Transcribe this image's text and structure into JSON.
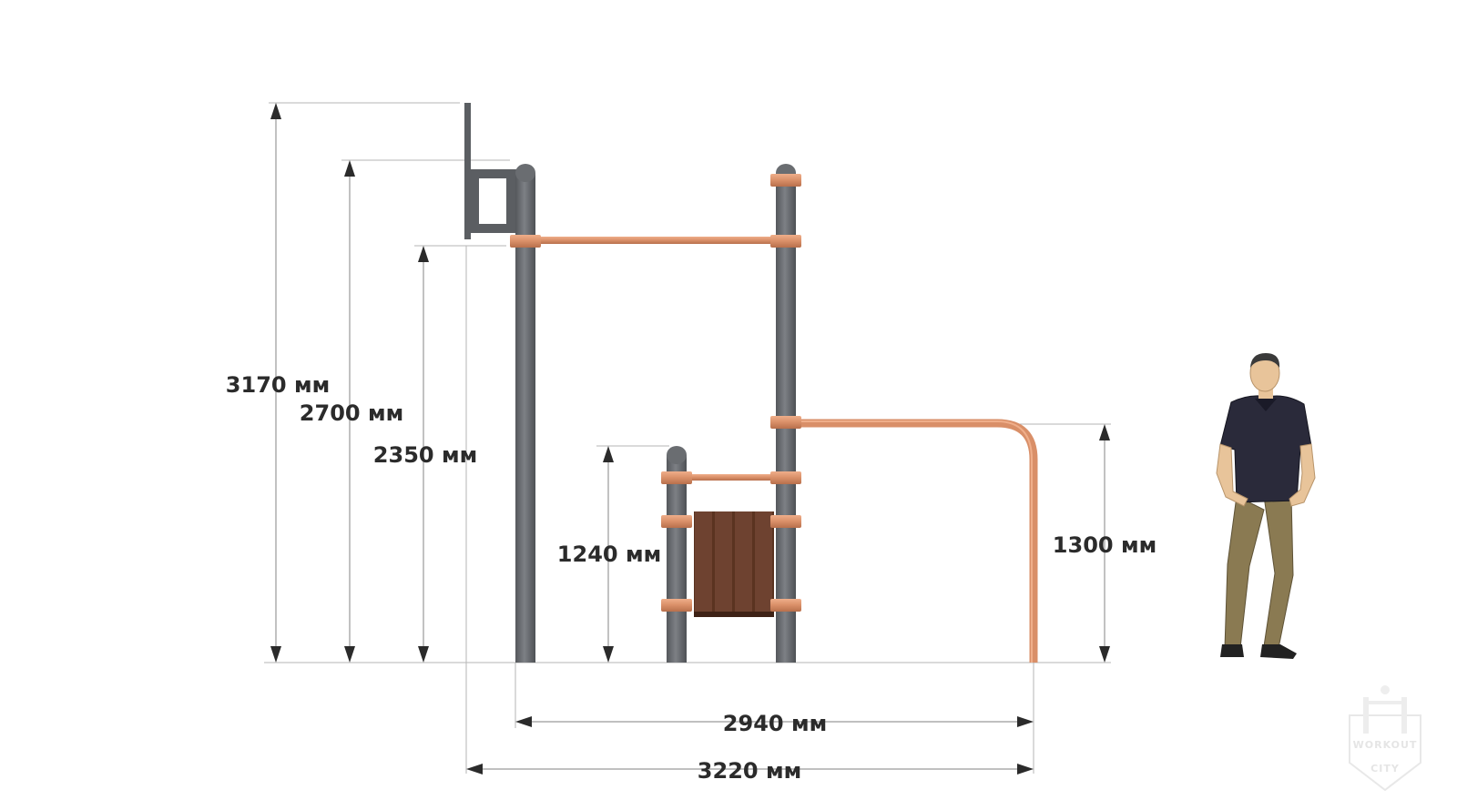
{
  "dimensions": {
    "total_height": "3170 мм",
    "bar_height": "2700 мм",
    "pullup_height": "2350 мм",
    "small_post_height": "1240 мм",
    "handrail_height": "1300 мм",
    "width_inner": "2940 мм",
    "width_total": "3220 мм"
  },
  "watermark": {
    "line1": "WORKOUT",
    "line2": "CITY"
  },
  "colors": {
    "post": "#6e7176",
    "post_dark": "#54575b",
    "copper": "#d98f68",
    "copper_dark": "#b8704c",
    "wood": "#6b3f2a",
    "wood_dark": "#4a2a1b",
    "shirt": "#2a2a3a",
    "pants": "#8a7a52",
    "skin": "#e8c49a"
  }
}
